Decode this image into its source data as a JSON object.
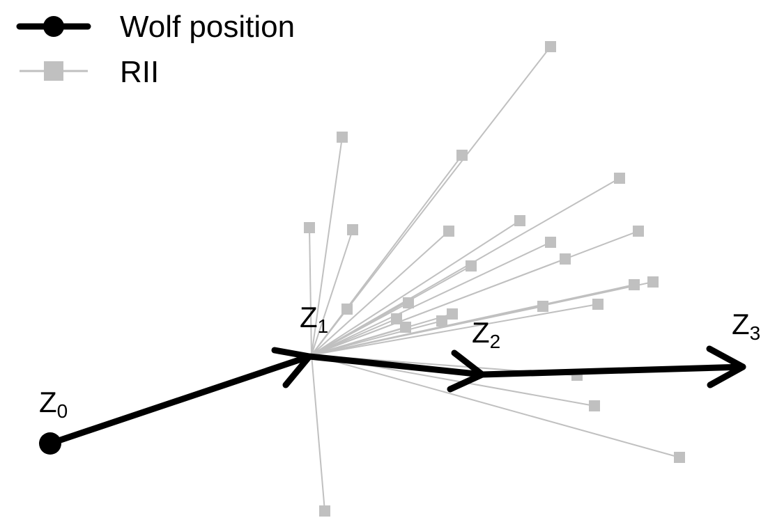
{
  "legend": {
    "wolf_label": "Wolf position",
    "rii_label": "RII"
  },
  "colors": {
    "wolf": "#000000",
    "rii": "#c0c0c0",
    "background": "#ffffff"
  },
  "points": [
    {
      "name": "z0",
      "letter": "Z",
      "subscript": "0"
    },
    {
      "name": "z1",
      "letter": "Z",
      "subscript": "1"
    },
    {
      "name": "z2",
      "letter": "Z",
      "subscript": "2"
    },
    {
      "name": "z3",
      "letter": "Z",
      "subscript": "3"
    }
  ]
}
